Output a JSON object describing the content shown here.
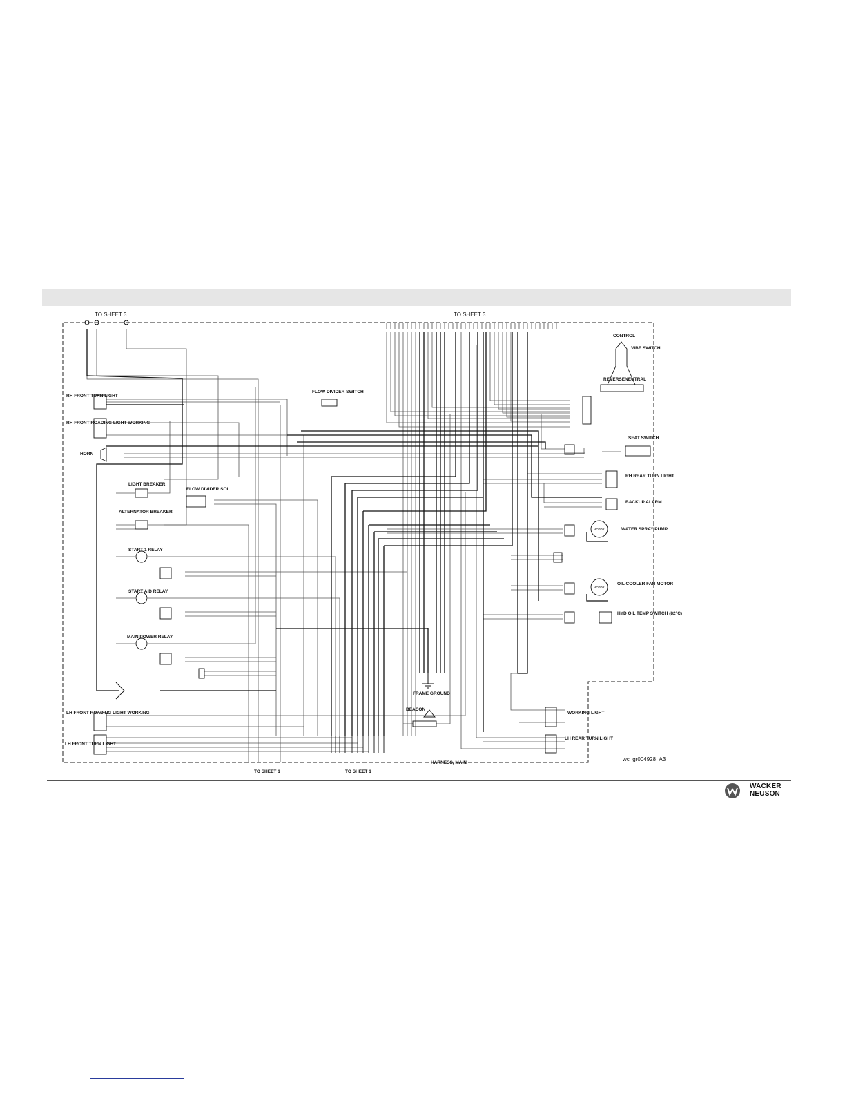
{
  "diagram": {
    "labels": {
      "to_sheet3_left": "TO SHEET 3",
      "to_sheet3_top": "TO SHEET 3",
      "control": "CONTROL",
      "vibe_switch": "VIBE SWITCH",
      "reverse": "REVERSE",
      "neutral": "NEUTRAL",
      "flow_divider_switch": "FLOW DIVIDER SWITCH",
      "rh_front_turn_light": "RH FRONT TURN LIGHT",
      "rh_front_roading_light_working": "RH FRONT ROADING LIGHT WORKING",
      "horn": "HORN",
      "seat_switch": "SEAT SWITCH",
      "rh_rear_turn_light": "RH REAR TURN LIGHT",
      "backup_alarm": "BACKUP ALARM",
      "light_breaker": "LIGHT BREAKER",
      "flow_divider_sol": "FLOW DIVIDER SOL",
      "alternator_breaker": "ALTERNATOR BREAKER",
      "water_spray_pump": "WATER SPRAY PUMP",
      "motor": "MOTOR",
      "start1_relay": "START 1 RELAY",
      "start_aid_relay": "START AID RELAY",
      "oil_cooler_fan_motor": "OIL COOLER FAN MOTOR",
      "hyd_oil_temp_switch": "HYD OIL TEMP SWITCH (82°C)",
      "main_power_relay": "MAIN POWER RELAY",
      "frame_ground": "FRAME GROUND",
      "beacon": "BEACON",
      "working_light": "WORKING LIGHT",
      "lh_front_roading_light_working": "LH FRONT ROADING LIGHT WORKING",
      "lh_rear_turn_light": "LH REAR TURN LIGHT",
      "lh_front_turn_light": "LH FRONT TURN LIGHT",
      "harness_main": "HARNESS, MAIN",
      "drawing_id": "wc_gr004928_A3",
      "to_sheet1_a": "TO SHEET 1",
      "to_sheet1_b": "TO SHEET 1"
    }
  },
  "brand": {
    "line1": "WACKER",
    "line2": "NEUSON",
    "icon": "wacker-neuson-w-logo"
  }
}
